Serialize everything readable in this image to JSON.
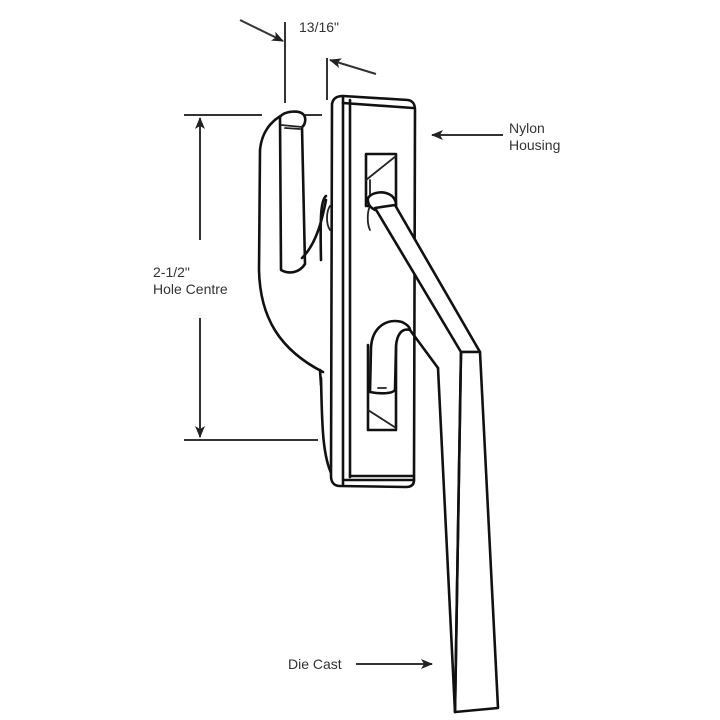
{
  "diagram": {
    "subject": "Casement window lock handle",
    "stroke_color": "#111111",
    "background_color": "#ffffff",
    "labels": {
      "width_dimension": "13/16\"",
      "hole_centre_value": "2-1/2\"",
      "hole_centre_caption": "Hole Centre",
      "nylon_line1": "Nylon",
      "nylon_line2": "Housing",
      "die_cast": "Die Cast"
    },
    "annotations": [
      {
        "name": "width-dimension",
        "text": "13/16\"",
        "points_to": "hook width"
      },
      {
        "name": "hole-centre-dimension",
        "text": "2-1/2\" Hole Centre",
        "points_to": "vertical hole spacing"
      },
      {
        "name": "nylon-housing-callout",
        "text": "Nylon Housing",
        "points_to": "housing frame"
      },
      {
        "name": "die-cast-callout",
        "text": "Die Cast",
        "points_to": "handle lever"
      }
    ]
  }
}
